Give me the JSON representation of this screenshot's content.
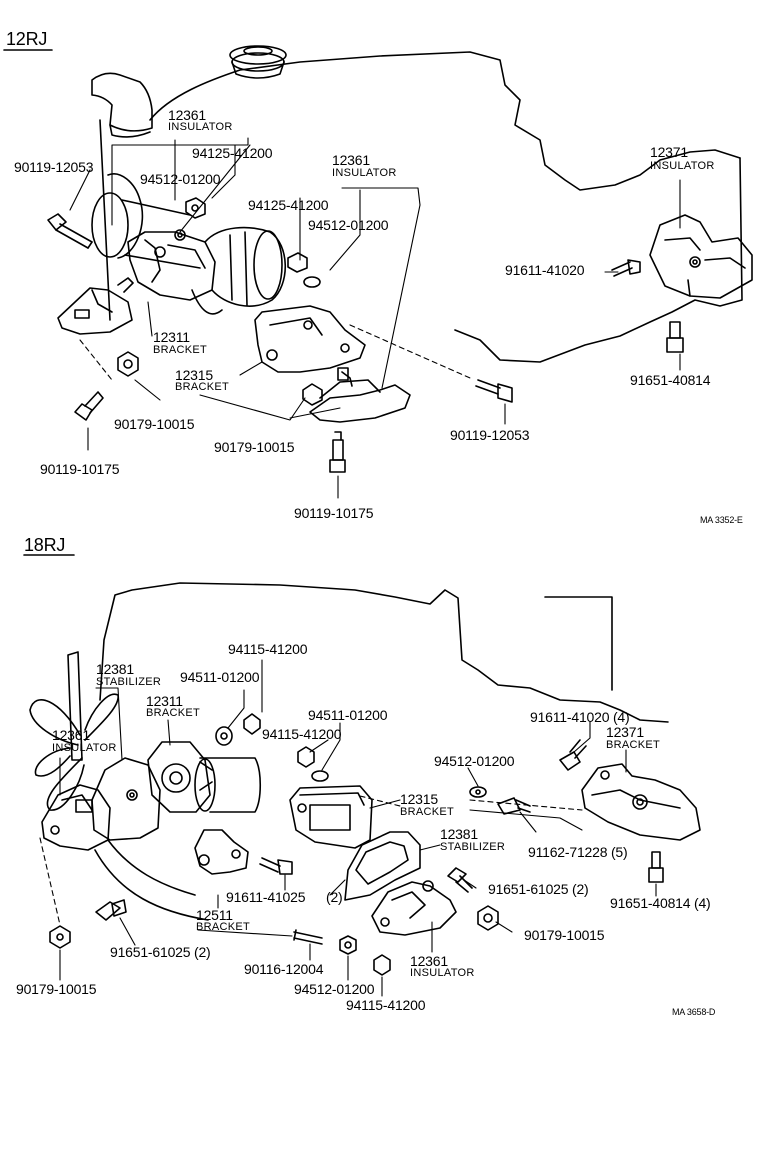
{
  "sections": {
    "top": {
      "heading": "12RJ",
      "figure_ref": "MA 3352-E",
      "labels": {
        "p12361a_num": "12361",
        "p12361a_name": "INSULATOR",
        "p94125a": "94125-41200",
        "p90119a": "90119-12053",
        "p94512a": "94512-01200",
        "p12361b_num": "12361",
        "p12361b_name": "INSULATOR",
        "p94125b": "94125-41200",
        "p94512b": "94512-01200",
        "p12371_num": "12371",
        "p12371_name": "INSULATOR",
        "p91611": "91611-41020",
        "p12311_num": "12311",
        "p12311_name": "BRACKET",
        "p12315_num": "12315",
        "p12315_name": "BRACKET",
        "p91651": "91651-40814",
        "p90179a": "90179-10015",
        "p90119b": "90119-12053",
        "p90119c": "90119-10175",
        "p90179b": "90179-10015",
        "p90119d": "90119-10175"
      }
    },
    "bottom": {
      "heading": "18RJ",
      "figure_ref": "MA 3658-D",
      "labels": {
        "p94115a": "94115-41200",
        "p12381a_num": "12381",
        "p12381a_name": "STABILIZER",
        "p94511a": "94511-01200",
        "p12311_num": "12311",
        "p12311_name": "BRACKET",
        "p94511b": "94511-01200",
        "p94115b": "94115-41200",
        "p91611a": "91611-41020 (4)",
        "p12371_num": "12371",
        "p12371_name": "BRACKET",
        "p12361a_num": "12361",
        "p12361a_name": "INSULATOR",
        "p94512a": "94512-01200",
        "p12315_num": "12315",
        "p12315_name": "BRACKET",
        "p12381b_num": "12381",
        "p12381b_name": "STABILIZER",
        "p91162": "91162-71228 (5)",
        "p91651a": "91651-40814 (4)",
        "p91611b": "91611-41025",
        "p91611b_qty": "(2)",
        "p91651b": "91651-61025 (2)",
        "p12511_num": "12511",
        "p12511_name": "BRACKET",
        "p90179a": "90179-10015",
        "p91651c": "91651-61025 (2)",
        "p90116": "90116-12004",
        "p12361b_num": "12361",
        "p12361b_name": "INSULATOR",
        "p94512b": "94512-01200",
        "p94115c": "94115-41200",
        "p90179b": "90179-10015"
      }
    }
  },
  "colors": {
    "ink": "#000000",
    "paper": "#ffffff"
  }
}
